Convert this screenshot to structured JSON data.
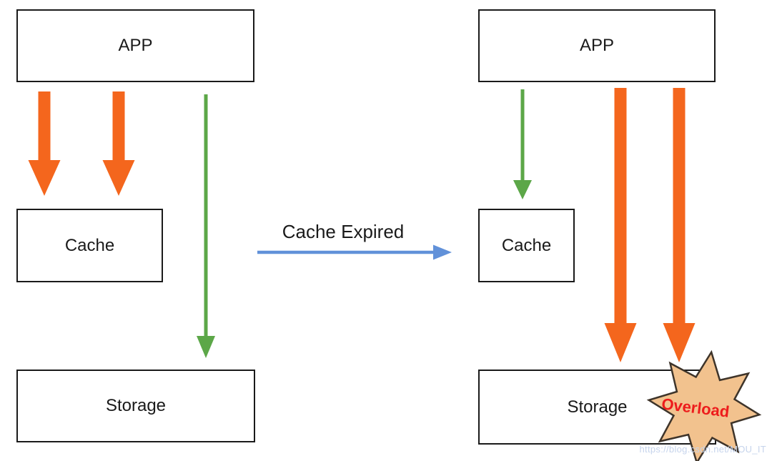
{
  "diagram": {
    "left": {
      "app_label": "APP",
      "cache_label": "Cache",
      "storage_label": "Storage"
    },
    "transition": {
      "label": "Cache Expired"
    },
    "right": {
      "app_label": "APP",
      "cache_label": "Cache",
      "storage_label": "Storage",
      "overload_label": "Overload"
    },
    "watermark": "https://blog.csdn.net/MOU_IT"
  },
  "colors": {
    "heavy_traffic_orange": "#F4661D",
    "light_traffic_green": "#5CA748",
    "transition_blue": "#6191D9",
    "overload_red": "#ED1C1C",
    "star_fill": "#F2C28E",
    "star_stroke": "#3E342A",
    "box_border": "#1A1A1A",
    "text": "#1A1A1A",
    "watermark": "#C6D4EC"
  }
}
